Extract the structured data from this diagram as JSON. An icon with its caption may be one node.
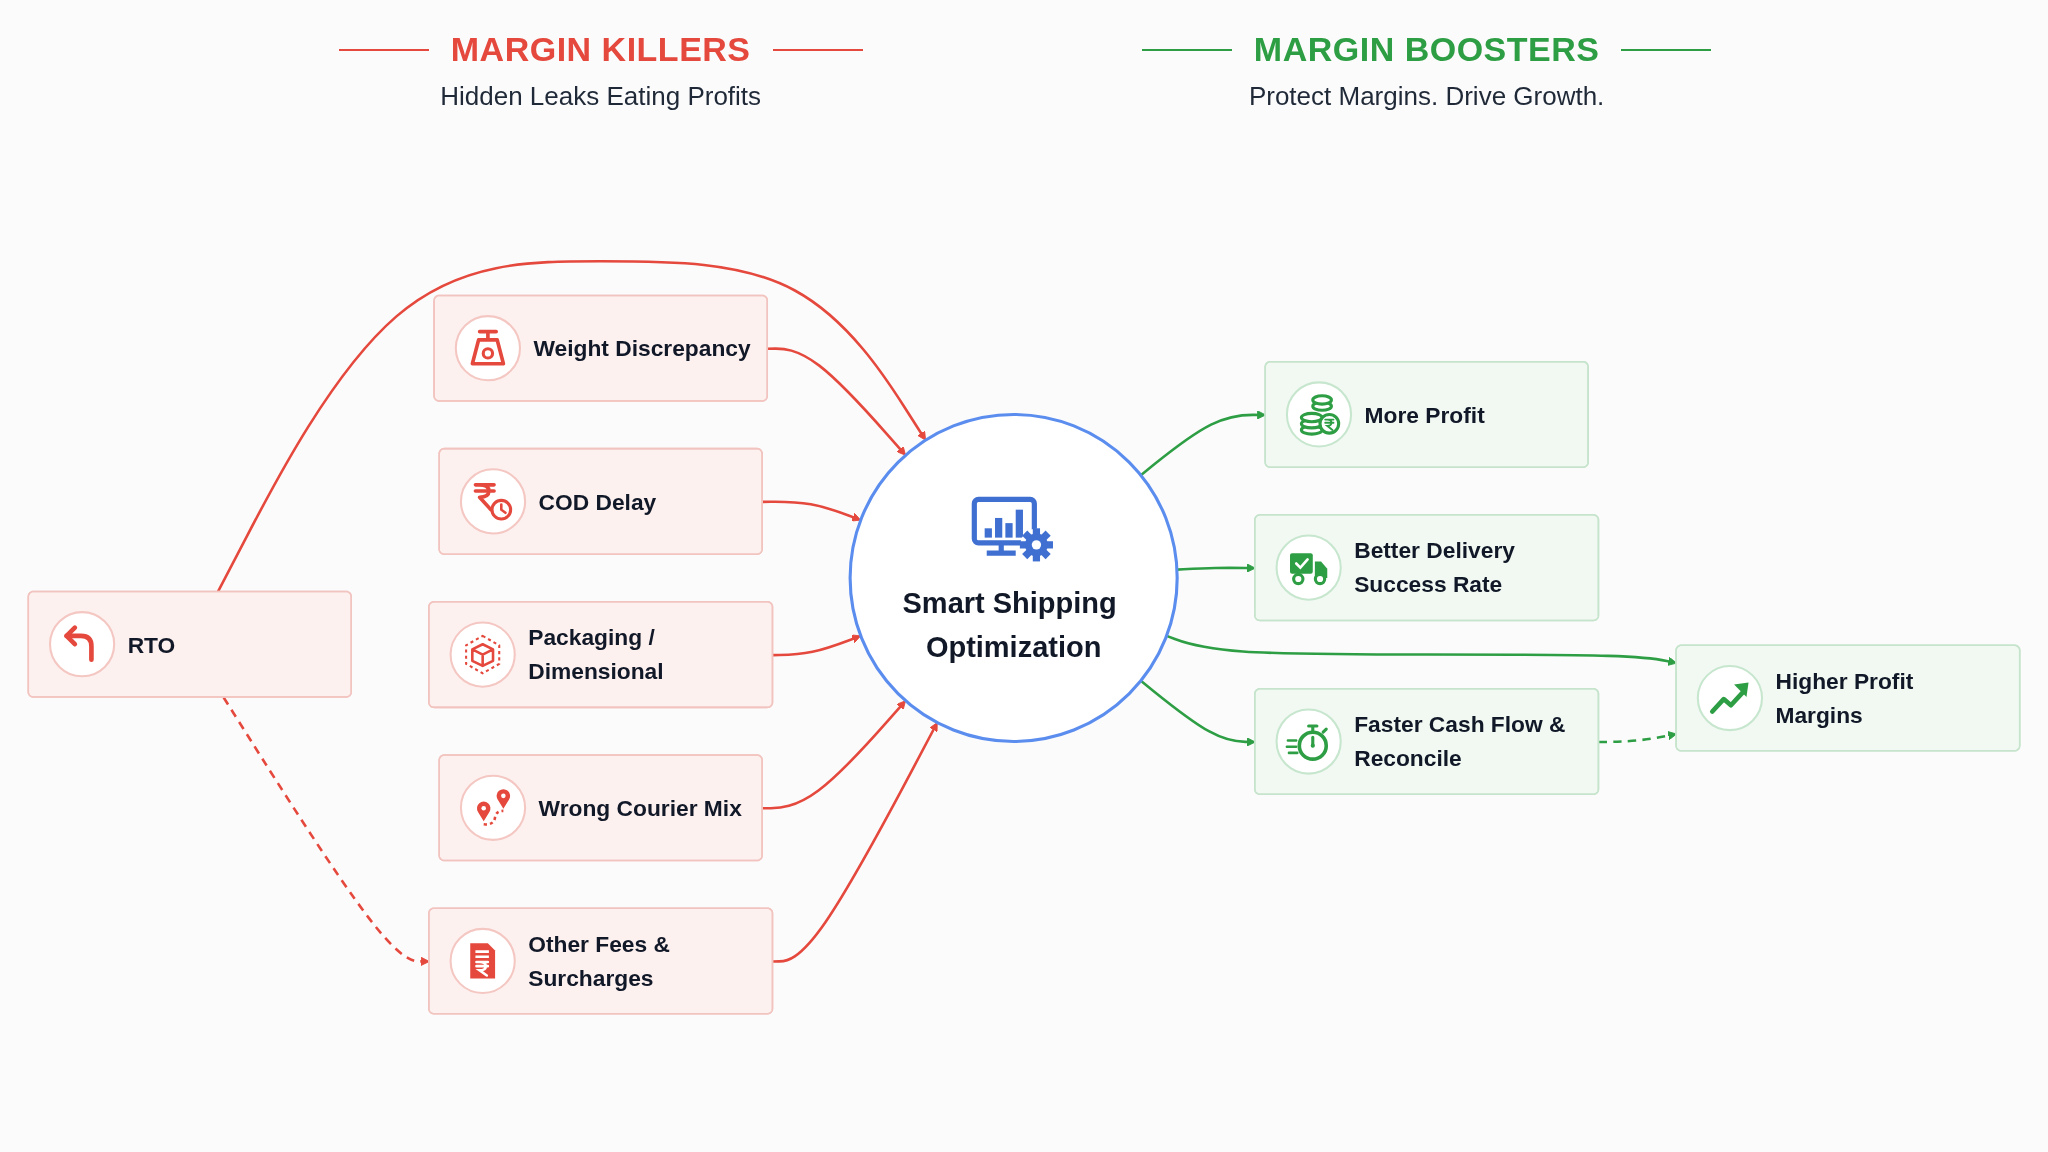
{
  "diagram": {
    "nodes": [
      {
        "text": [
          "RTO"
        ]
      },
      {
        "text": [
          "Weight Discrepancy"
        ]
      },
      {
        "text": [
          "COD Delay"
        ]
      },
      {
        "text": [
          "Packaging / Dimensional"
        ]
      },
      {
        "text": [
          "Wrong Courier Mix"
        ]
      },
      {
        "text": [
          "Other Fees & Surcharges"
        ]
      },
      {
        "text": [
          "Smart Shipping Optimization"
        ]
      },
      {
        "text": [
          "Higher Profit Margins"
        ]
      },
      {
        "text": [
          "More Profit"
        ]
      },
      {
        "text": [
          "Better Delivery Success Rate"
        ]
      },
      {
        "text": [
          "Faster Cash Flow & Reconcile"
        ]
      }
    ],
    "edges": [
      {
        "from": 0,
        "to": 6,
        "arrow": "to"
      },
      {
        "from": 1,
        "to": 6,
        "arrow": "to"
      },
      {
        "from": 2,
        "to": 6,
        "arrow": "to"
      },
      {
        "from": 3,
        "to": 6,
        "arrow": "to"
      },
      {
        "from": 4,
        "to": 6,
        "arrow": "to"
      },
      {
        "from": 5,
        "to": 6,
        "arrow": "to"
      },
      {
        "from": 6,
        "to": 7,
        "arrow": "to",
        "color": "#2e9e44"
      },
      {
        "from": 6,
        "to": 8,
        "arrow": "to",
        "color": "#2e9e44"
      },
      {
        "from": 6,
        "to": 9,
        "arrow": "to",
        "color": "#2e9e44"
      },
      {
        "from": 6,
        "to": 10,
        "arrow": "to",
        "color": "#2e9e44"
      },
      {
        "from": 10,
        "to": 7,
        "arrow": "to",
        "style": "dashed",
        "color": "#2e9e44"
      },
      {
        "from": 0,
        "to": 5,
        "arrow": "to",
        "style": "dashed"
      }
    ],
    "labels": [
      "MARGIN KILLERS",
      "Hidden Leaks Eating Profits",
      "MARGIN BOOSTERS",
      "Protect Margins. Drive Growth."
    ]
  }
}
